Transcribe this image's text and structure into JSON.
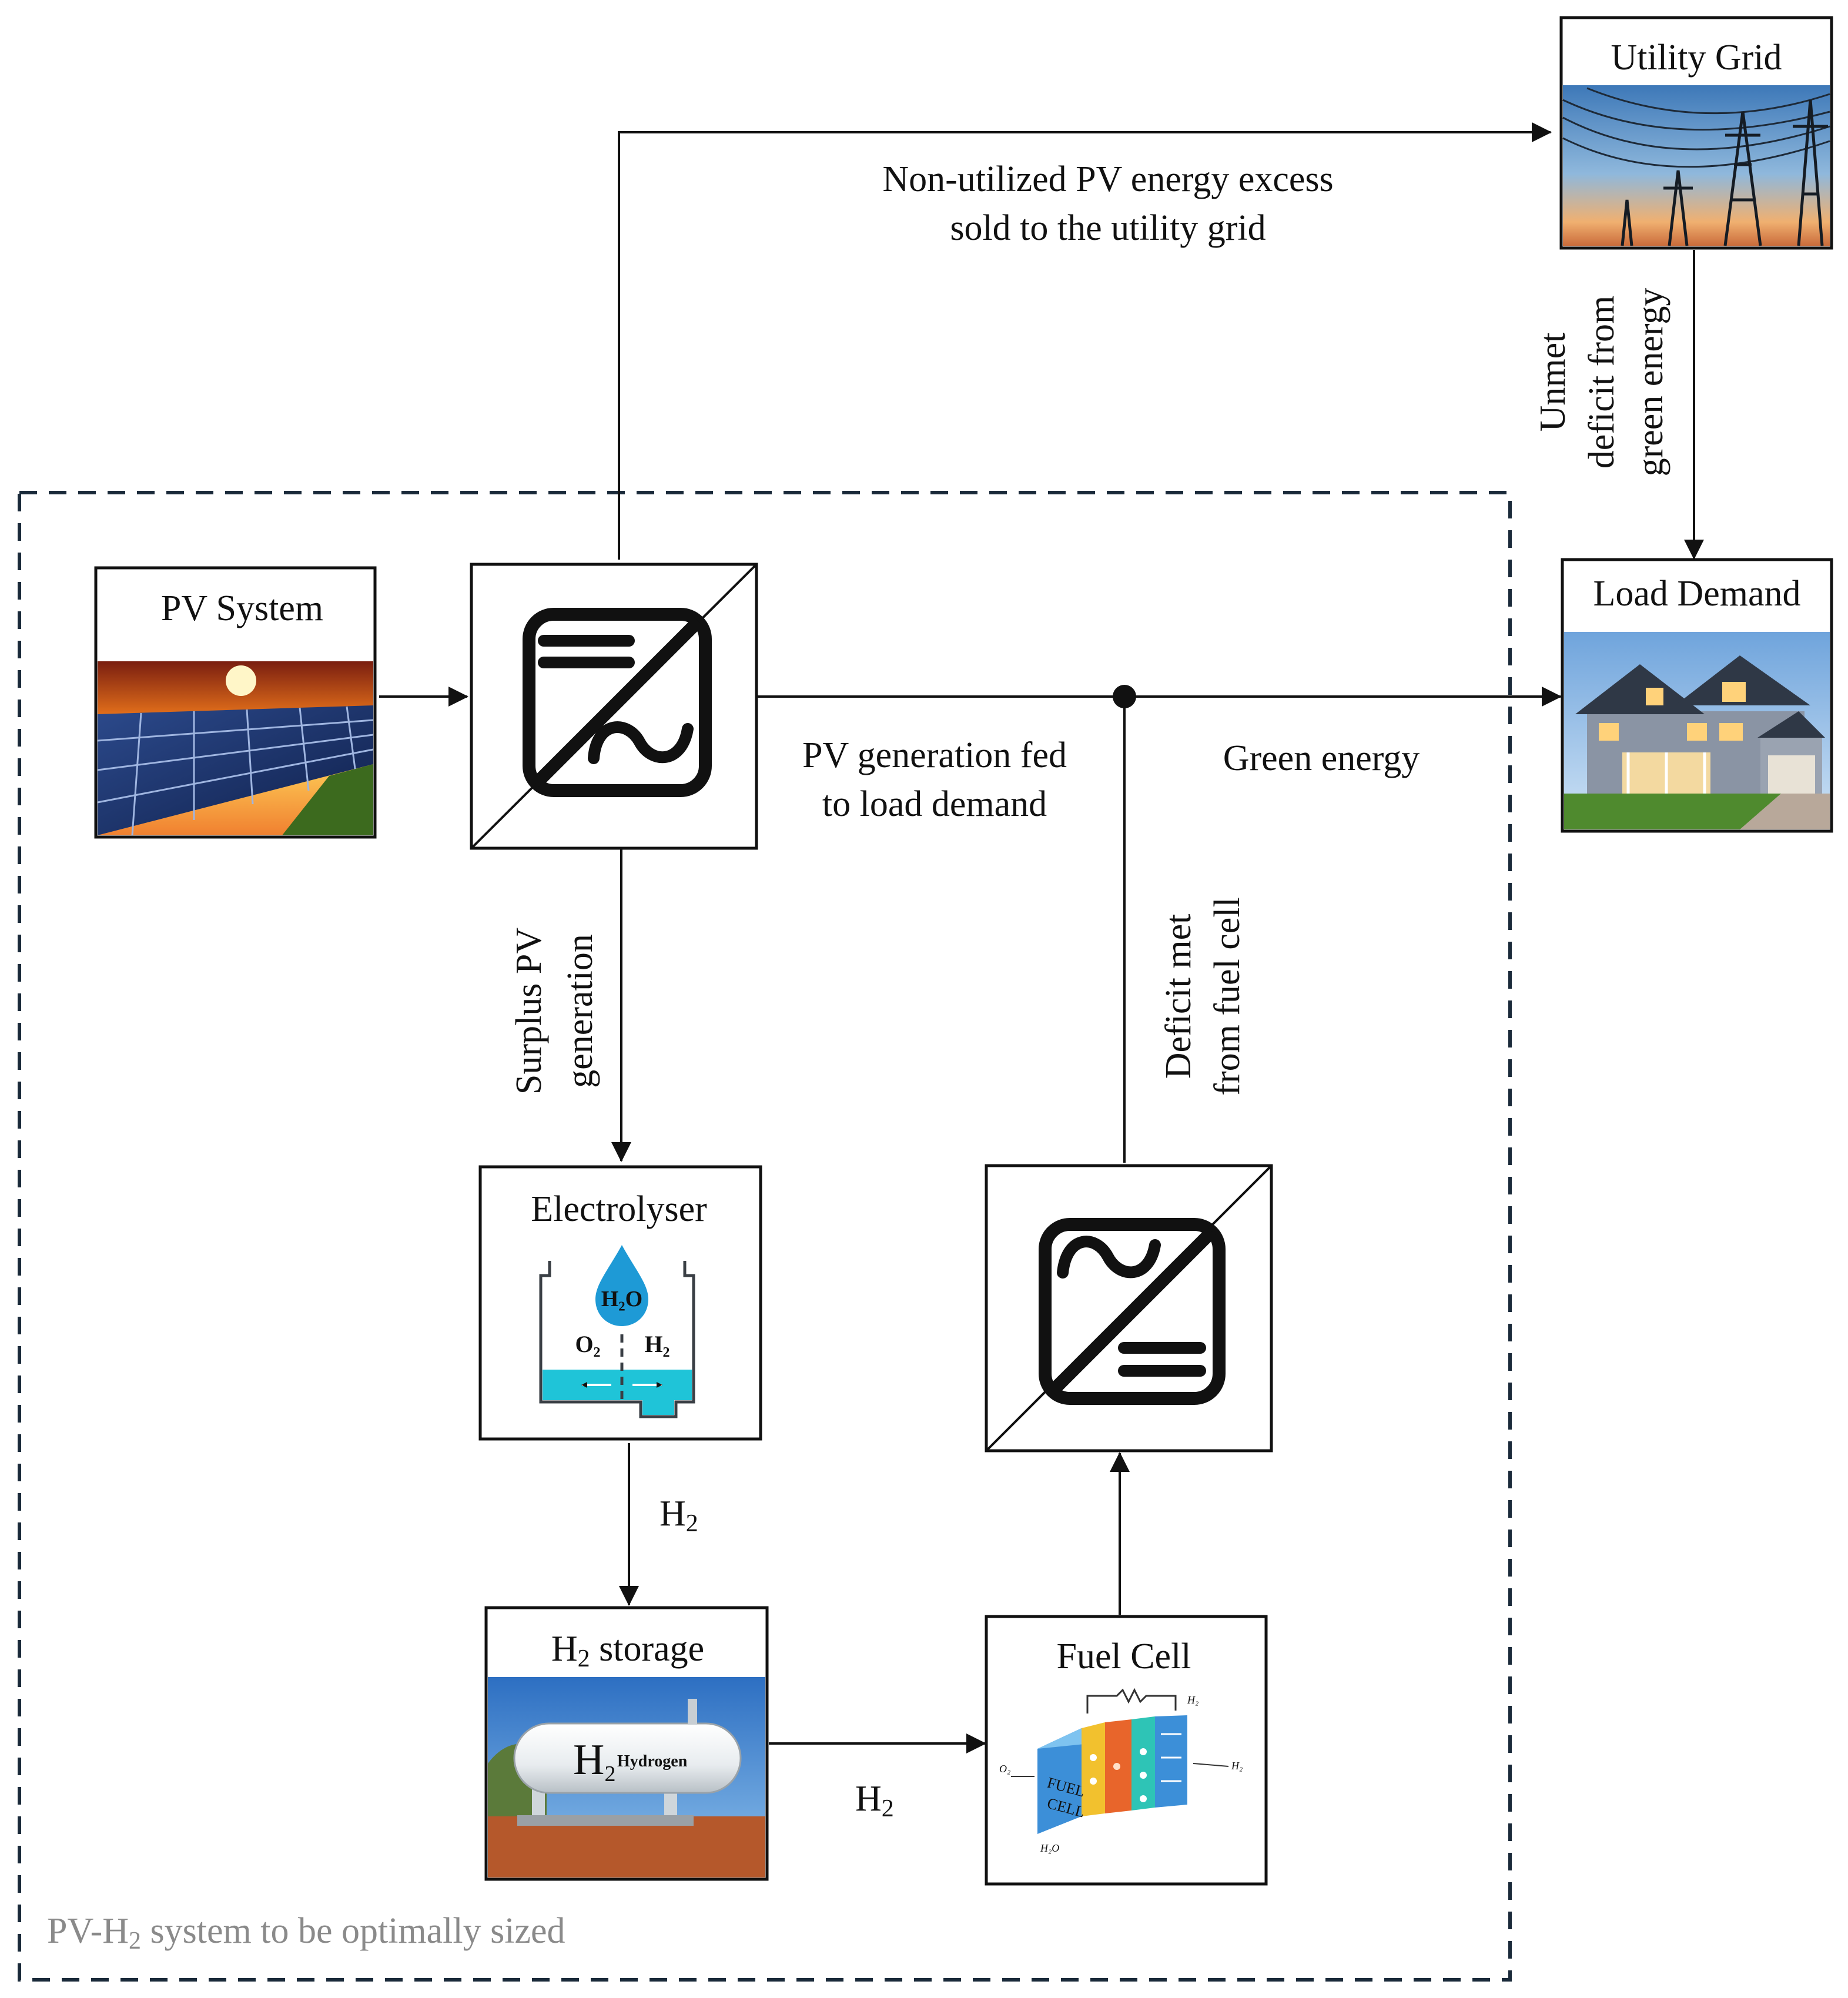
{
  "nodes": {
    "utility_grid": {
      "title": "Utility Grid"
    },
    "load_demand": {
      "title": "Load Demand"
    },
    "pv_system": {
      "title": "PV System"
    },
    "electrolyser": {
      "title": "Electrolyser",
      "icon_labels": {
        "h2o": "H2O",
        "o2": "O2",
        "h2": "H2"
      }
    },
    "h2_storage": {
      "title_main": "H",
      "title_sub": "2",
      "title_rest": " storage",
      "tank_h": "H",
      "tank_sub": "2",
      "tank_word": "Hydrogen"
    },
    "fuel_cell": {
      "title": "Fuel Cell",
      "cell_word1": "FUEL",
      "cell_word2": "CELL"
    }
  },
  "flows": {
    "excess_to_grid": {
      "line1": "Non-utilized PV energy excess",
      "line2": "sold to the utility grid"
    },
    "grid_to_load": {
      "line1": "Unmet",
      "line2": "deficit from",
      "line3": "green energy"
    },
    "pv_to_load": {
      "line1": "PV generation fed",
      "line2": "to load demand"
    },
    "green_energy": {
      "label": "Green energy"
    },
    "surplus": {
      "line1": "Surplus PV",
      "line2": "generation"
    },
    "fuel_cell_deficit": {
      "line1": "Deficit met",
      "line2": "from fuel cell"
    },
    "electrolyser_to_storage": {
      "main": "H",
      "sub": "2"
    },
    "storage_to_fuelcell": {
      "main": "H",
      "sub": "2"
    }
  },
  "boundary": {
    "main": "PV-H",
    "sub": "2",
    "rest": " system to be optimally sized"
  },
  "colors": {
    "line": "#111111",
    "dashed_border": "#1a2a3a",
    "caption": "#8a8a8a",
    "water": "#1fc4d8",
    "drop": "#1e9ad6"
  }
}
